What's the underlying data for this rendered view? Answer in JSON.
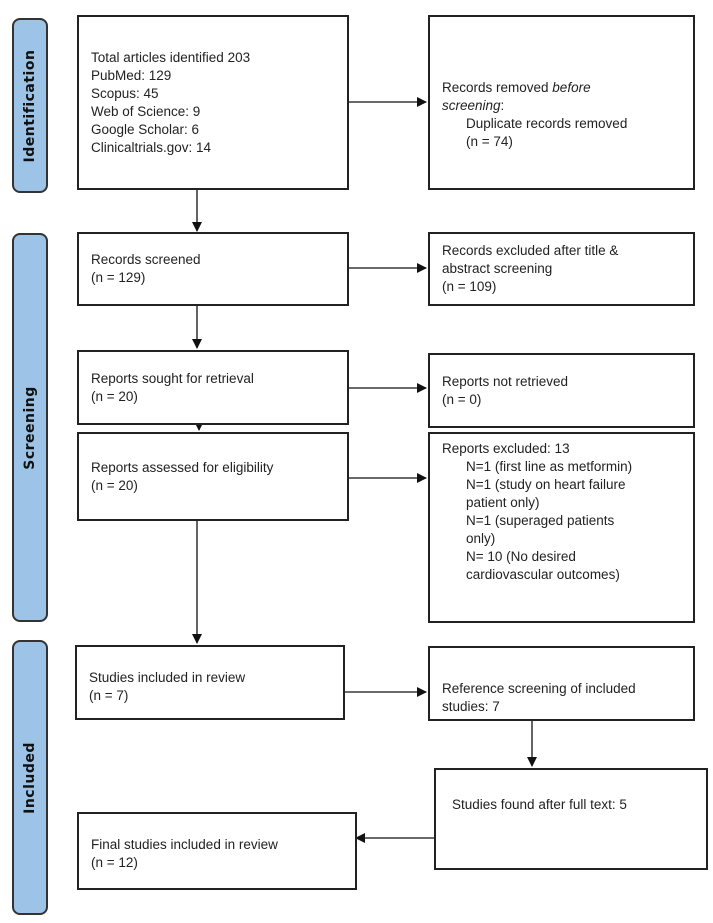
{
  "phases": {
    "identification": "Identification",
    "screening": "Screening",
    "included": "Included"
  },
  "boxes": {
    "identified": {
      "lines": [
        "Total articles identified 203",
        "PubMed: 129",
        "Scopus: 45",
        "Web of Science: 9",
        "Google Scholar: 6",
        "Clinicaltrials.gov: 14"
      ]
    },
    "removed": {
      "line1_a": "Records removed ",
      "line1_b": "before",
      "line2": "screening",
      "line2_suffix": ":",
      "line3": "Duplicate records removed",
      "line4": "(n = 74)"
    },
    "screened": {
      "title": "Records screened",
      "n": "(n = 129)"
    },
    "excluded_title_abstract": {
      "title": "Records excluded after title &",
      "title2": "abstract screening",
      "n": "(n = 109)"
    },
    "sought": {
      "title": "Reports sought for retrieval",
      "n": "(n = 20)"
    },
    "not_retrieved": {
      "title": "Reports not retrieved",
      "n": "(n = 0)"
    },
    "assessed": {
      "title": "Reports assessed for eligibility",
      "n": "(n = 20)"
    },
    "reports_excluded": {
      "title": "Reports excluded: 13",
      "reasons": [
        "N=1 (first line as metformin)",
        "N=1 (study on heart failure",
        "patient only)",
        "N=1 (superaged patients",
        "only)",
        "N= 10 (No desired",
        "cardiovascular outcomes)"
      ]
    },
    "included": {
      "title": "Studies included in review",
      "n": "(n = 7)"
    },
    "reference_screening": {
      "title": "Reference screening of included",
      "title2": "studies: 7"
    },
    "found_full_text": {
      "title": "Studies found after full text: 5"
    },
    "final": {
      "title": "Final studies included in review",
      "n": "(n = 12)"
    }
  },
  "colors": {
    "phase_fill": "#9dc3e6",
    "border": "#222222"
  }
}
